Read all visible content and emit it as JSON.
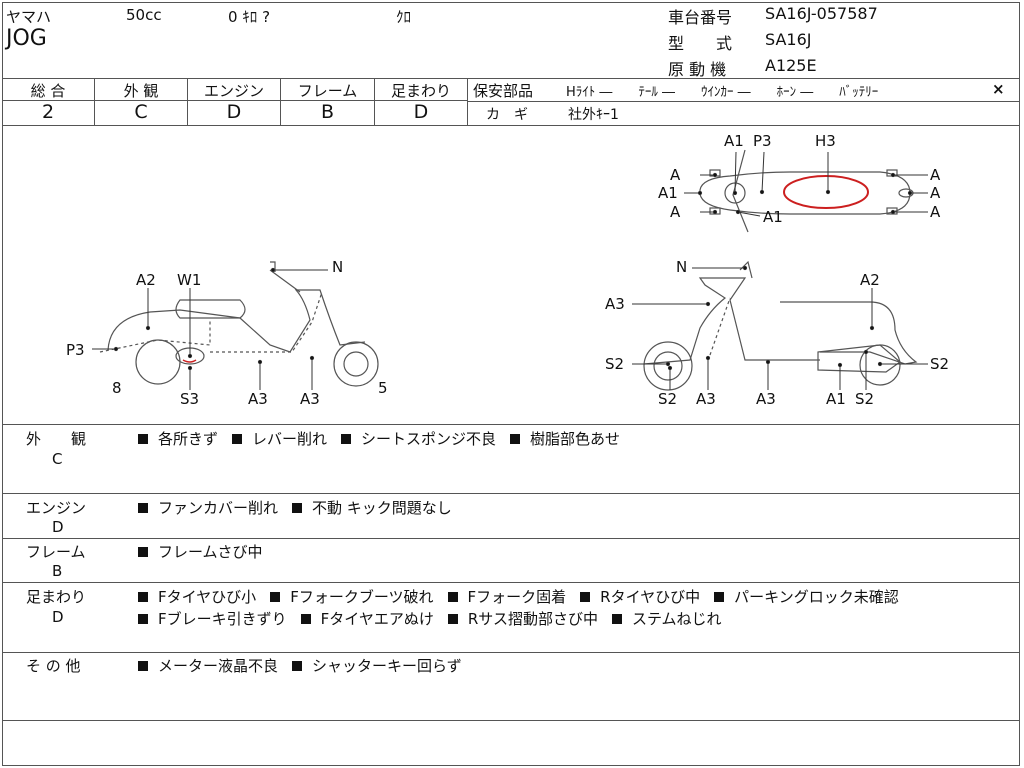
{
  "header": {
    "maker": "ヤマハ",
    "displacement": "50cc",
    "mileage": "0 ｷﾛ ?",
    "color": "ｸﾛ",
    "model_name": "JOG",
    "frame_no_label": "車台番号",
    "frame_no": "SA16J-057587",
    "type_label": "型　　式",
    "type": "SA16J",
    "engine_label": "原 動 機",
    "engine": "A125E"
  },
  "grades": [
    {
      "label": "総 合",
      "value": "2"
    },
    {
      "label": "外 観",
      "value": "C"
    },
    {
      "label": "エンジン",
      "value": "D"
    },
    {
      "label": "フレーム",
      "value": "B"
    },
    {
      "label": "足まわり",
      "value": "D"
    }
  ],
  "safety": {
    "label": "保安部品",
    "items_text": "Hﾗｲﾄ ―　　ﾃｰﾙ ―　　ｳｲﾝｶｰ ―　　ﾎｰﾝ ―　　ﾊﾞｯﾃﾘｰ",
    "battery_mark": "×",
    "key_label": "カ　ギ",
    "key_value": "社外ｷｰ1"
  },
  "diagram": {
    "top_labels": [
      "A1",
      "P3",
      "H3",
      "A",
      "A1",
      "A",
      "A1",
      "A",
      "A",
      "A"
    ],
    "left_labels": [
      "A2",
      "W1",
      "N",
      "P3",
      "8",
      "S3",
      "A3",
      "A3",
      "5"
    ],
    "right_labels": [
      "N",
      "A2",
      "A3",
      "S2",
      "S2",
      "A3",
      "A3",
      "A1",
      "S2",
      "S2"
    ]
  },
  "details": [
    {
      "label": "外　　観",
      "grade": "C",
      "lines": [
        [
          "各所きず",
          "レバー削れ",
          "シートスポンジ不良",
          "樹脂部色あせ"
        ]
      ]
    },
    {
      "label": "エンジン",
      "grade": "D",
      "lines": [
        [
          "ファンカバー削れ",
          "不動 キック問題なし"
        ]
      ]
    },
    {
      "label": "フレーム",
      "grade": "B",
      "lines": [
        [
          "フレームさび中"
        ]
      ]
    },
    {
      "label": "足まわり",
      "grade": "D",
      "lines": [
        [
          "Fタイヤひび小",
          "Fフォークブーツ破れ",
          "Fフォーク固着",
          "Rタイヤひび中",
          "パーキングロック未確認"
        ],
        [
          "Fブレーキ引きずり",
          "Fタイヤエアぬけ",
          "Rサス摺動部さび中",
          "ステムねじれ"
        ]
      ]
    },
    {
      "label": "そ の 他",
      "grade": "",
      "lines": [
        [
          "メーター液晶不良",
          "シャッターキー回らず"
        ]
      ]
    }
  ],
  "colors": {
    "highlight": "#cc1f1f",
    "line": "#555555"
  }
}
